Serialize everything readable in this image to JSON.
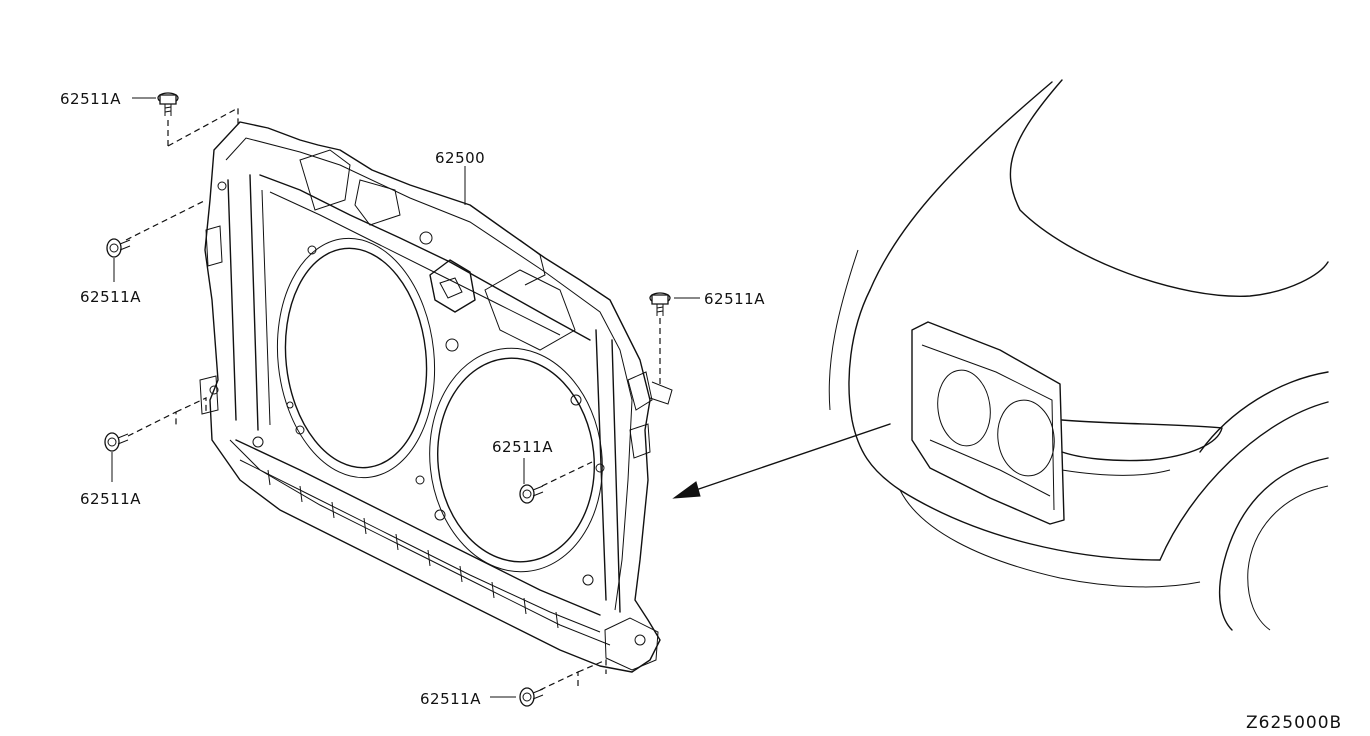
{
  "diagram": {
    "part_labels": {
      "bolt_top_left": "62511A",
      "bolt_left_upper": "62511A",
      "bolt_right_upper": "62511A",
      "bolt_center": "62511A",
      "bolt_left_lower": "62511A",
      "bolt_bottom": "62511A",
      "radiator_core_support": "62500"
    },
    "diagram_code": "Z625000B"
  }
}
